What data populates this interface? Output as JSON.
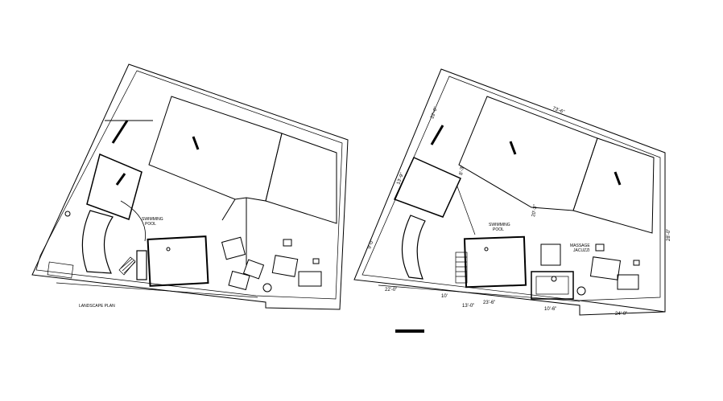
{
  "left_plan": {
    "caption": "LANDSCAPE PLAN",
    "pool_label": [
      "SWIMMING",
      "POOL"
    ]
  },
  "right_plan": {
    "pool_label": [
      "SWIMMING",
      "POOL"
    ],
    "jacuzzi_label": [
      "MASSAGE",
      "JACUZZI"
    ]
  },
  "dimensions": {
    "top": "73'-6\"",
    "left_upper": "22'-0\"",
    "left_mid": "13'-9\"",
    "left_low": "9'-0\"",
    "mid_a": "8'-3\"",
    "mid_b": "20'-3\"",
    "right_side": "28'-0\"",
    "bottom_1": "22'-0\"",
    "bottom_2": "10'",
    "bottom_3": "13'-0\"",
    "bottom_4": "23'-6\"",
    "bottom_5": "10'-6\"",
    "bottom_6": "24'-0\""
  },
  "bottom_title_bar": "",
  "colors": {
    "line": "#000000",
    "background": "#ffffff"
  }
}
